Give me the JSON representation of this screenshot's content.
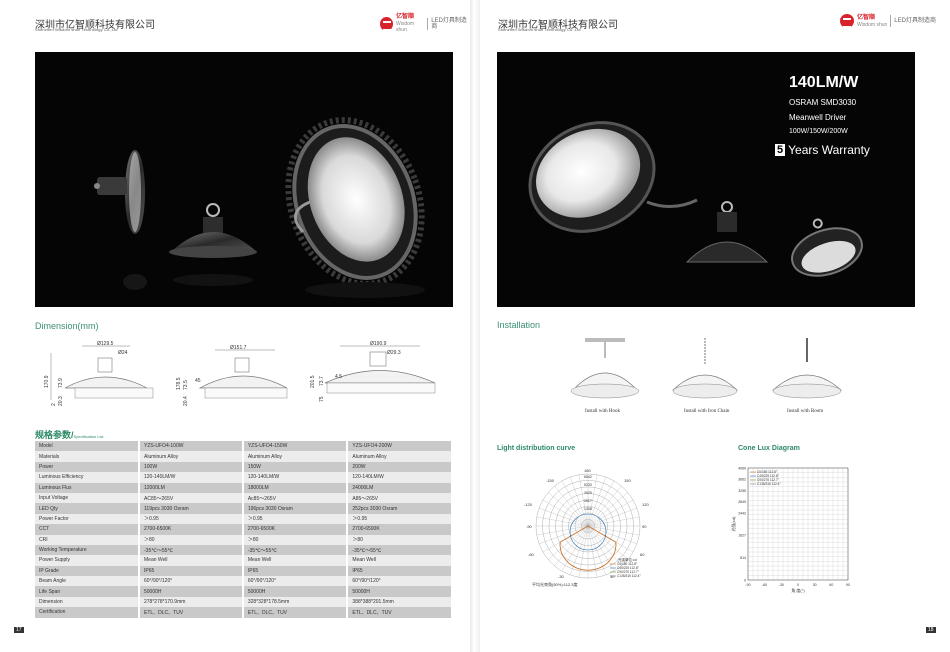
{
  "header": {
    "company_cn": "深圳市亿智顺科技有限公司",
    "company_en": "Shenzhen Wisdom shun Technology Co.,Ltd",
    "brand": "亿智顺",
    "brand_sub": "Wisdom shun",
    "tagline": "LED灯具制造商"
  },
  "left_page": {
    "dimension_title": "Dimension(mm)",
    "dimensions": [
      {
        "diameter": "Ø129.5",
        "bolt": "Ø24",
        "height": "170.9",
        "h1": "73.9",
        "h2": "20.3",
        "h3": "2"
      },
      {
        "diameter": "Ø151.7",
        "bolt": "",
        "height": "178.5",
        "h1": "73.5",
        "h2": "20.4",
        "h3": "",
        "h4": "45"
      },
      {
        "diameter": "Ø190.9",
        "bolt": "Ø29.3",
        "height": "201.5",
        "h1": "73.7",
        "h2": "75",
        "h3": "4.5"
      }
    ],
    "spec_title": "规格参数/",
    "spec_title_en": "Specification List",
    "spec_rows": [
      [
        "Model",
        "YZS-UFO4-100W",
        "YZS-UFO4-150W",
        "YZS-UFO4-200W"
      ],
      [
        "Materials",
        "Aluminum Alloy",
        "Aluminum Alloy",
        "Aluminum Alloy"
      ],
      [
        "Power",
        "100W",
        "150W",
        "200W"
      ],
      [
        "Luminous  Efficiency",
        "120-140LM/W",
        "120-140LM/W",
        "120-140LM/W"
      ],
      [
        "Luminous  Flux",
        "12000LM",
        "18000LM",
        "24000LM"
      ],
      [
        "Input  Voltage",
        "AC85～265V",
        "Ac85～265V",
        "A85～265V"
      ],
      [
        "LED Qty",
        "119pcs 3030 Osram",
        "196pcs 3030 Osram",
        "252pcs 3030 Osram"
      ],
      [
        "Power  Factor",
        "＞0.95",
        "＞0.95",
        "＞0.95"
      ],
      [
        "CCT",
        "2700-6500K",
        "2700-6500K",
        "2700-6500K"
      ],
      [
        "CRI",
        "＞80",
        "＞80",
        "＞80"
      ],
      [
        "Working  Temperature",
        "-35℃～55℃",
        "-35℃～55℃",
        "-35℃～55℃"
      ],
      [
        "Power  Supply",
        "Mean Well",
        "Mean Well",
        "Mean Well"
      ],
      [
        "IP Grade",
        "IP65",
        "IP65",
        "IP65"
      ],
      [
        "Beam Angle",
        "60°/90°/120°",
        "60°/90°/120°",
        "60°/90°/120°"
      ],
      [
        "Life Span",
        "50000H",
        "50000H",
        "50000H"
      ],
      [
        "Dimension",
        "278*278*170.9mm",
        "328*328*178.5mm",
        "388*388*201.5mm"
      ],
      [
        "Certification",
        "ETL、DLC、TUV",
        "ETL、DLC、TUV",
        "ETL、DLC、TUV"
      ]
    ],
    "page_number": "17"
  },
  "right_page": {
    "hero": {
      "efficacy": "140LM/W",
      "chip": "OSRAM SMD3030",
      "driver": "Meanwell Driver",
      "wattages": "100W/150W/200W",
      "warranty_num": "5",
      "warranty_text": "Years Warranty"
    },
    "installation_title": "Installation",
    "install_options": [
      "Install with Hook",
      "Install with Iron Chain",
      "Install with Boom"
    ],
    "light_curve_title": "Light distribution curve",
    "cone_title": "Cone Lux Diagram",
    "polar": {
      "angles_left": [
        "-120",
        "-90",
        "-60",
        "-30"
      ],
      "angles_right": [
        "120",
        "90",
        "60",
        "30"
      ],
      "top_angles": [
        "-150",
        "180",
        "150"
      ],
      "rings": [
        "6542",
        "5233",
        "3925",
        "2617",
        "1308"
      ],
      "legend_title": "光强单位:cd",
      "legend": [
        "C0/180 112.8°",
        "C45/225 112.8°",
        "C90/270 112.7°",
        "C135/315 112.4°"
      ],
      "caption": "平均光束角(50%):112.3度"
    },
    "cone": {
      "y_ticks": [
        "4069",
        "3662",
        "3255",
        "2849",
        "2442",
        "1627",
        "814",
        "0"
      ],
      "x_ticks": [
        "-90",
        "-60",
        "-30",
        "0",
        "30",
        "60",
        "90"
      ],
      "xlabel": "角 度(°)",
      "ylabel": "光强(cd)",
      "legend": [
        "C0/180 112.8°",
        "C45/225 112.8°",
        "C90/270 112.7°",
        "C135/315 112.4°"
      ]
    },
    "page_number": "18"
  },
  "colors": {
    "accent_green": "#3b8f73",
    "brand_red": "#d8232a",
    "photo_bg": "#050505"
  }
}
